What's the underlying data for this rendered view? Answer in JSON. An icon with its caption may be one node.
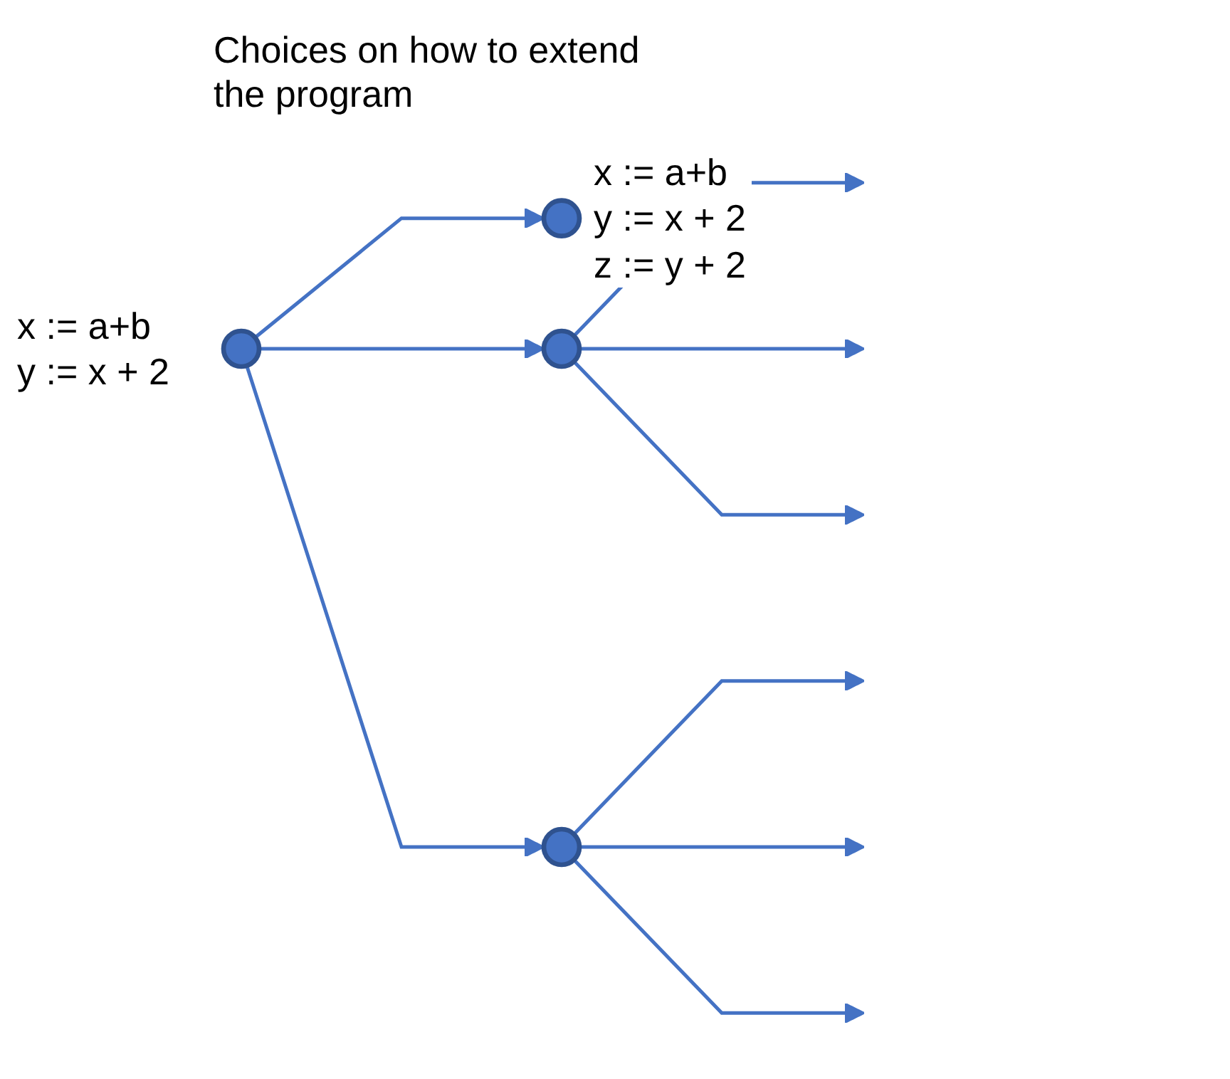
{
  "diagram": {
    "nodes": [
      {
        "text": [],
        "shape": "circle",
        "beside": [
          "x := a+b y := x + 2"
        ]
      },
      {
        "text": [],
        "shape": "circle",
        "beside": [
          "x := a+b y := x + 2 z := y + 2"
        ]
      },
      {
        "text": [],
        "shape": "circle"
      },
      {
        "text": [],
        "shape": "circle"
      }
    ],
    "edges": [
      {
        "from": 0,
        "to": 1,
        "arrow": "to"
      },
      {
        "from": 0,
        "to": 2,
        "arrow": "to"
      },
      {
        "from": 0,
        "to": 3,
        "arrow": "to"
      },
      {
        "from": 2,
        "to": null,
        "arrow": "to"
      },
      {
        "from": 2,
        "to": null,
        "arrow": "to"
      },
      {
        "from": 2,
        "to": null,
        "arrow": "to"
      },
      {
        "from": 3,
        "to": null,
        "arrow": "to"
      },
      {
        "from": 3,
        "to": null,
        "arrow": "to"
      },
      {
        "from": 3,
        "to": null,
        "arrow": "to"
      }
    ],
    "labels": [
      "Choices on how to extend the program"
    ]
  }
}
